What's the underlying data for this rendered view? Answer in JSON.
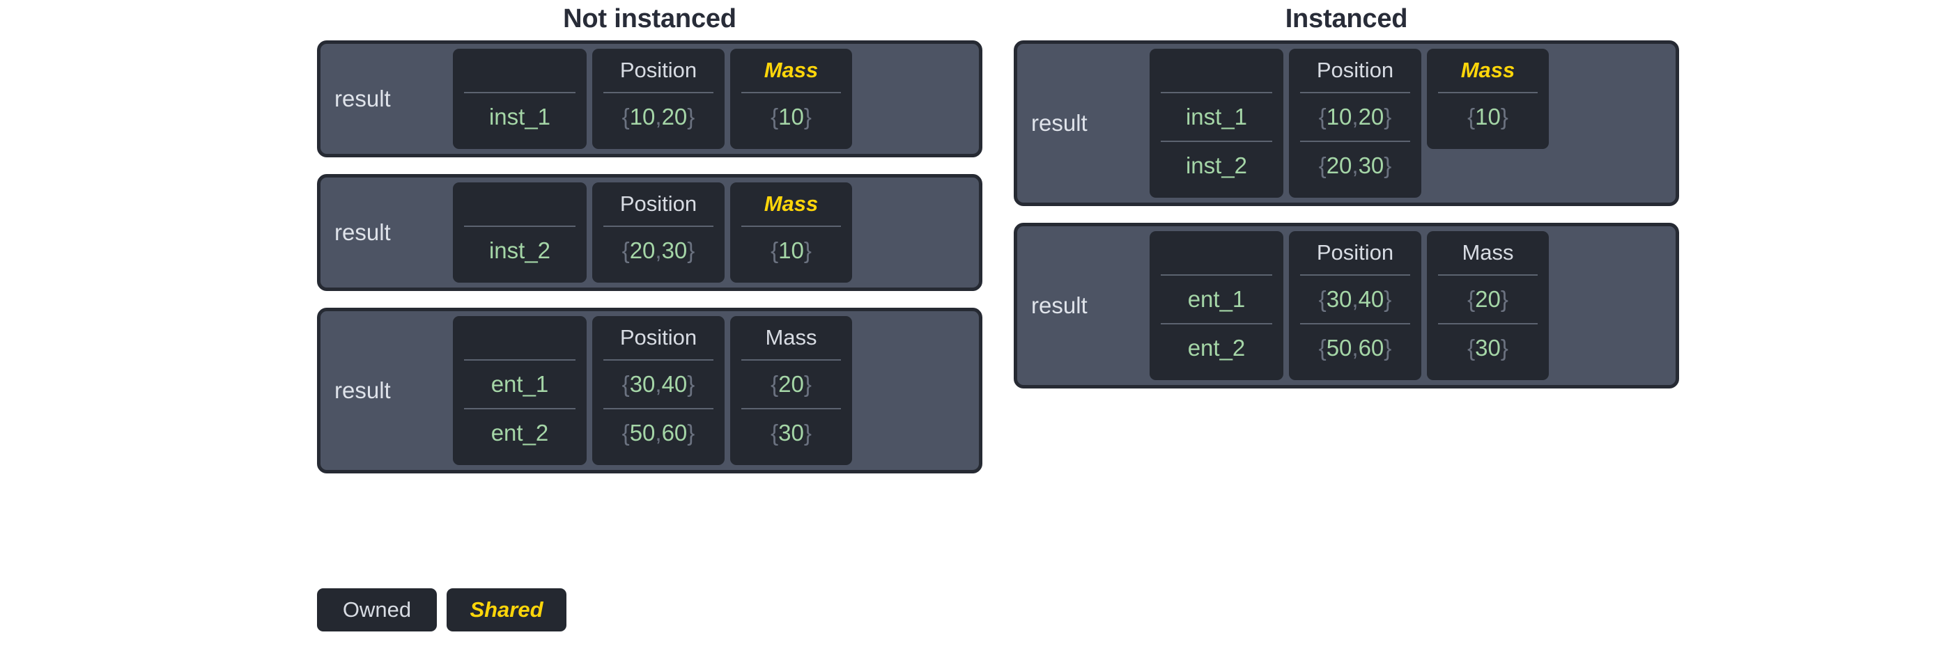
{
  "legend": {
    "owned_label": "Owned",
    "shared_label": "Shared"
  },
  "colors": {
    "panel": "#4d5464",
    "card": "#242830",
    "border": "#262a33",
    "value_green": "#a5d6a7",
    "brace_gray": "#6b7280",
    "shared_yellow": "#ffd60a",
    "header_text": "#d8dce3",
    "title_text": "#282c38"
  },
  "columns": [
    {
      "title": "Not instanced",
      "blocks": [
        {
          "label": "result",
          "id_header": "",
          "position_header": "Position",
          "mass_header": "Mass",
          "mass_shared": true,
          "mass_rows_visible": 1,
          "rows": [
            {
              "id": "inst_1",
              "position": "{10, 20}",
              "mass": "{10}"
            }
          ]
        },
        {
          "label": "result",
          "id_header": "",
          "position_header": "Position",
          "mass_header": "Mass",
          "mass_shared": true,
          "mass_rows_visible": 1,
          "rows": [
            {
              "id": "inst_2",
              "position": "{20, 30}",
              "mass": "{10}"
            }
          ]
        },
        {
          "label": "result",
          "id_header": "",
          "position_header": "Position",
          "mass_header": "Mass",
          "mass_shared": false,
          "mass_rows_visible": 2,
          "rows": [
            {
              "id": "ent_1",
              "position": "{30, 40}",
              "mass": "{20}"
            },
            {
              "id": "ent_2",
              "position": "{50, 60}",
              "mass": "{30}"
            }
          ]
        }
      ]
    },
    {
      "title": "Instanced",
      "blocks": [
        {
          "label": "result",
          "id_header": "",
          "position_header": "Position",
          "mass_header": "Mass",
          "mass_shared": true,
          "mass_rows_visible": 1,
          "rows": [
            {
              "id": "inst_1",
              "position": "{10, 20}",
              "mass": "{10}"
            },
            {
              "id": "inst_2",
              "position": "{20, 30}",
              "mass": ""
            }
          ]
        },
        {
          "label": "result",
          "id_header": "",
          "position_header": "Position",
          "mass_header": "Mass",
          "mass_shared": false,
          "mass_rows_visible": 2,
          "rows": [
            {
              "id": "ent_1",
              "position": "{30, 40}",
              "mass": "{20}"
            },
            {
              "id": "ent_2",
              "position": "{50, 60}",
              "mass": "{30}"
            }
          ]
        }
      ]
    }
  ]
}
